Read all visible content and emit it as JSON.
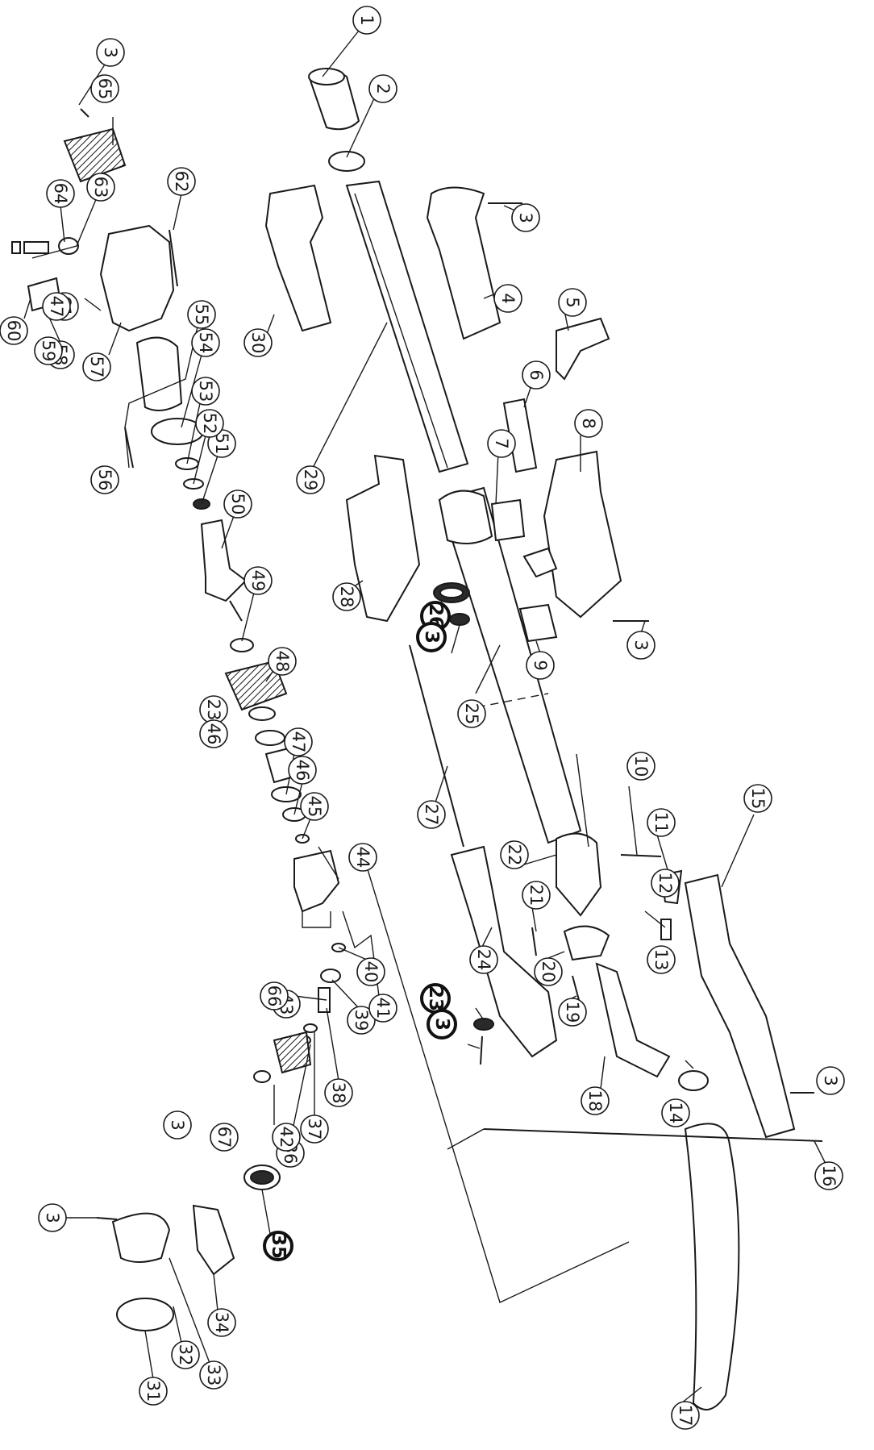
{
  "callouts": [
    {
      "label": "1"
    },
    {
      "label": "2"
    },
    {
      "label": "3"
    },
    {
      "label": "4"
    },
    {
      "label": "5"
    },
    {
      "label": "6"
    },
    {
      "label": "7"
    },
    {
      "label": "8"
    },
    {
      "label": "9"
    },
    {
      "label": "10"
    },
    {
      "label": "11"
    },
    {
      "label": "12"
    },
    {
      "label": "13"
    },
    {
      "label": "14"
    },
    {
      "label": "15"
    },
    {
      "label": "16"
    },
    {
      "label": "17"
    },
    {
      "label": "18"
    },
    {
      "label": "19"
    },
    {
      "label": "20"
    },
    {
      "label": "21"
    },
    {
      "label": "22"
    },
    {
      "label": "23"
    },
    {
      "label": "24"
    },
    {
      "label": "25"
    },
    {
      "label": "26"
    },
    {
      "label": "27"
    },
    {
      "label": "28"
    },
    {
      "label": "29"
    },
    {
      "label": "30"
    },
    {
      "label": "31"
    },
    {
      "label": "32"
    },
    {
      "label": "33"
    },
    {
      "label": "34"
    },
    {
      "label": "35"
    },
    {
      "label": "36"
    },
    {
      "label": "37"
    },
    {
      "label": "38"
    },
    {
      "label": "39"
    },
    {
      "label": "40"
    },
    {
      "label": "41"
    },
    {
      "label": "42"
    },
    {
      "label": "43"
    },
    {
      "label": "44"
    },
    {
      "label": "45"
    },
    {
      "label": "46"
    },
    {
      "label": "47"
    },
    {
      "label": "48"
    },
    {
      "label": "49"
    },
    {
      "label": "50"
    },
    {
      "label": "51"
    },
    {
      "label": "52"
    },
    {
      "label": "53"
    },
    {
      "label": "54"
    },
    {
      "label": "55"
    },
    {
      "label": "56"
    },
    {
      "label": "57"
    },
    {
      "label": "58"
    },
    {
      "label": "59"
    },
    {
      "label": "60"
    },
    {
      "label": "61"
    },
    {
      "label": "62"
    },
    {
      "label": "63"
    },
    {
      "label": "64"
    },
    {
      "label": "65"
    },
    {
      "label": "66"
    },
    {
      "label": "67"
    },
    {
      "label": "3"
    },
    {
      "label": "3"
    },
    {
      "label": "3"
    },
    {
      "label": "3"
    },
    {
      "label": "3"
    },
    {
      "label": "3"
    },
    {
      "label": "3"
    },
    {
      "label": "23"
    },
    {
      "label": "46"
    },
    {
      "label": "47"
    },
    {
      "label": "60"
    }
  ],
  "colors": {
    "ink": "#1a1a1a",
    "paper": "#ffffff"
  }
}
